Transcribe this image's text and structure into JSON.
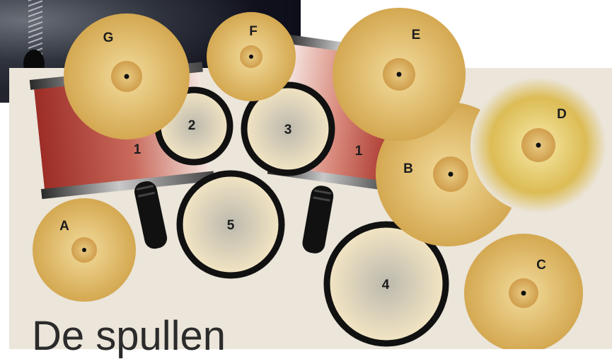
{
  "title": "De spullen",
  "colors": {
    "panel": "#ebe5da",
    "cymbal": "#e2bd6e",
    "drum_rim": "#111111",
    "tom_shell": "#a8352c"
  },
  "labels": {
    "tom_left": "1",
    "tom_right": "1",
    "drum_2": "2",
    "drum_3": "3",
    "drum_4": "4",
    "drum_5": "5",
    "cymbal_a": "A",
    "cymbal_b": "B",
    "cymbal_c": "C",
    "cymbal_d": "D",
    "cymbal_e": "E",
    "cymbal_f": "F",
    "cymbal_g": "G"
  }
}
